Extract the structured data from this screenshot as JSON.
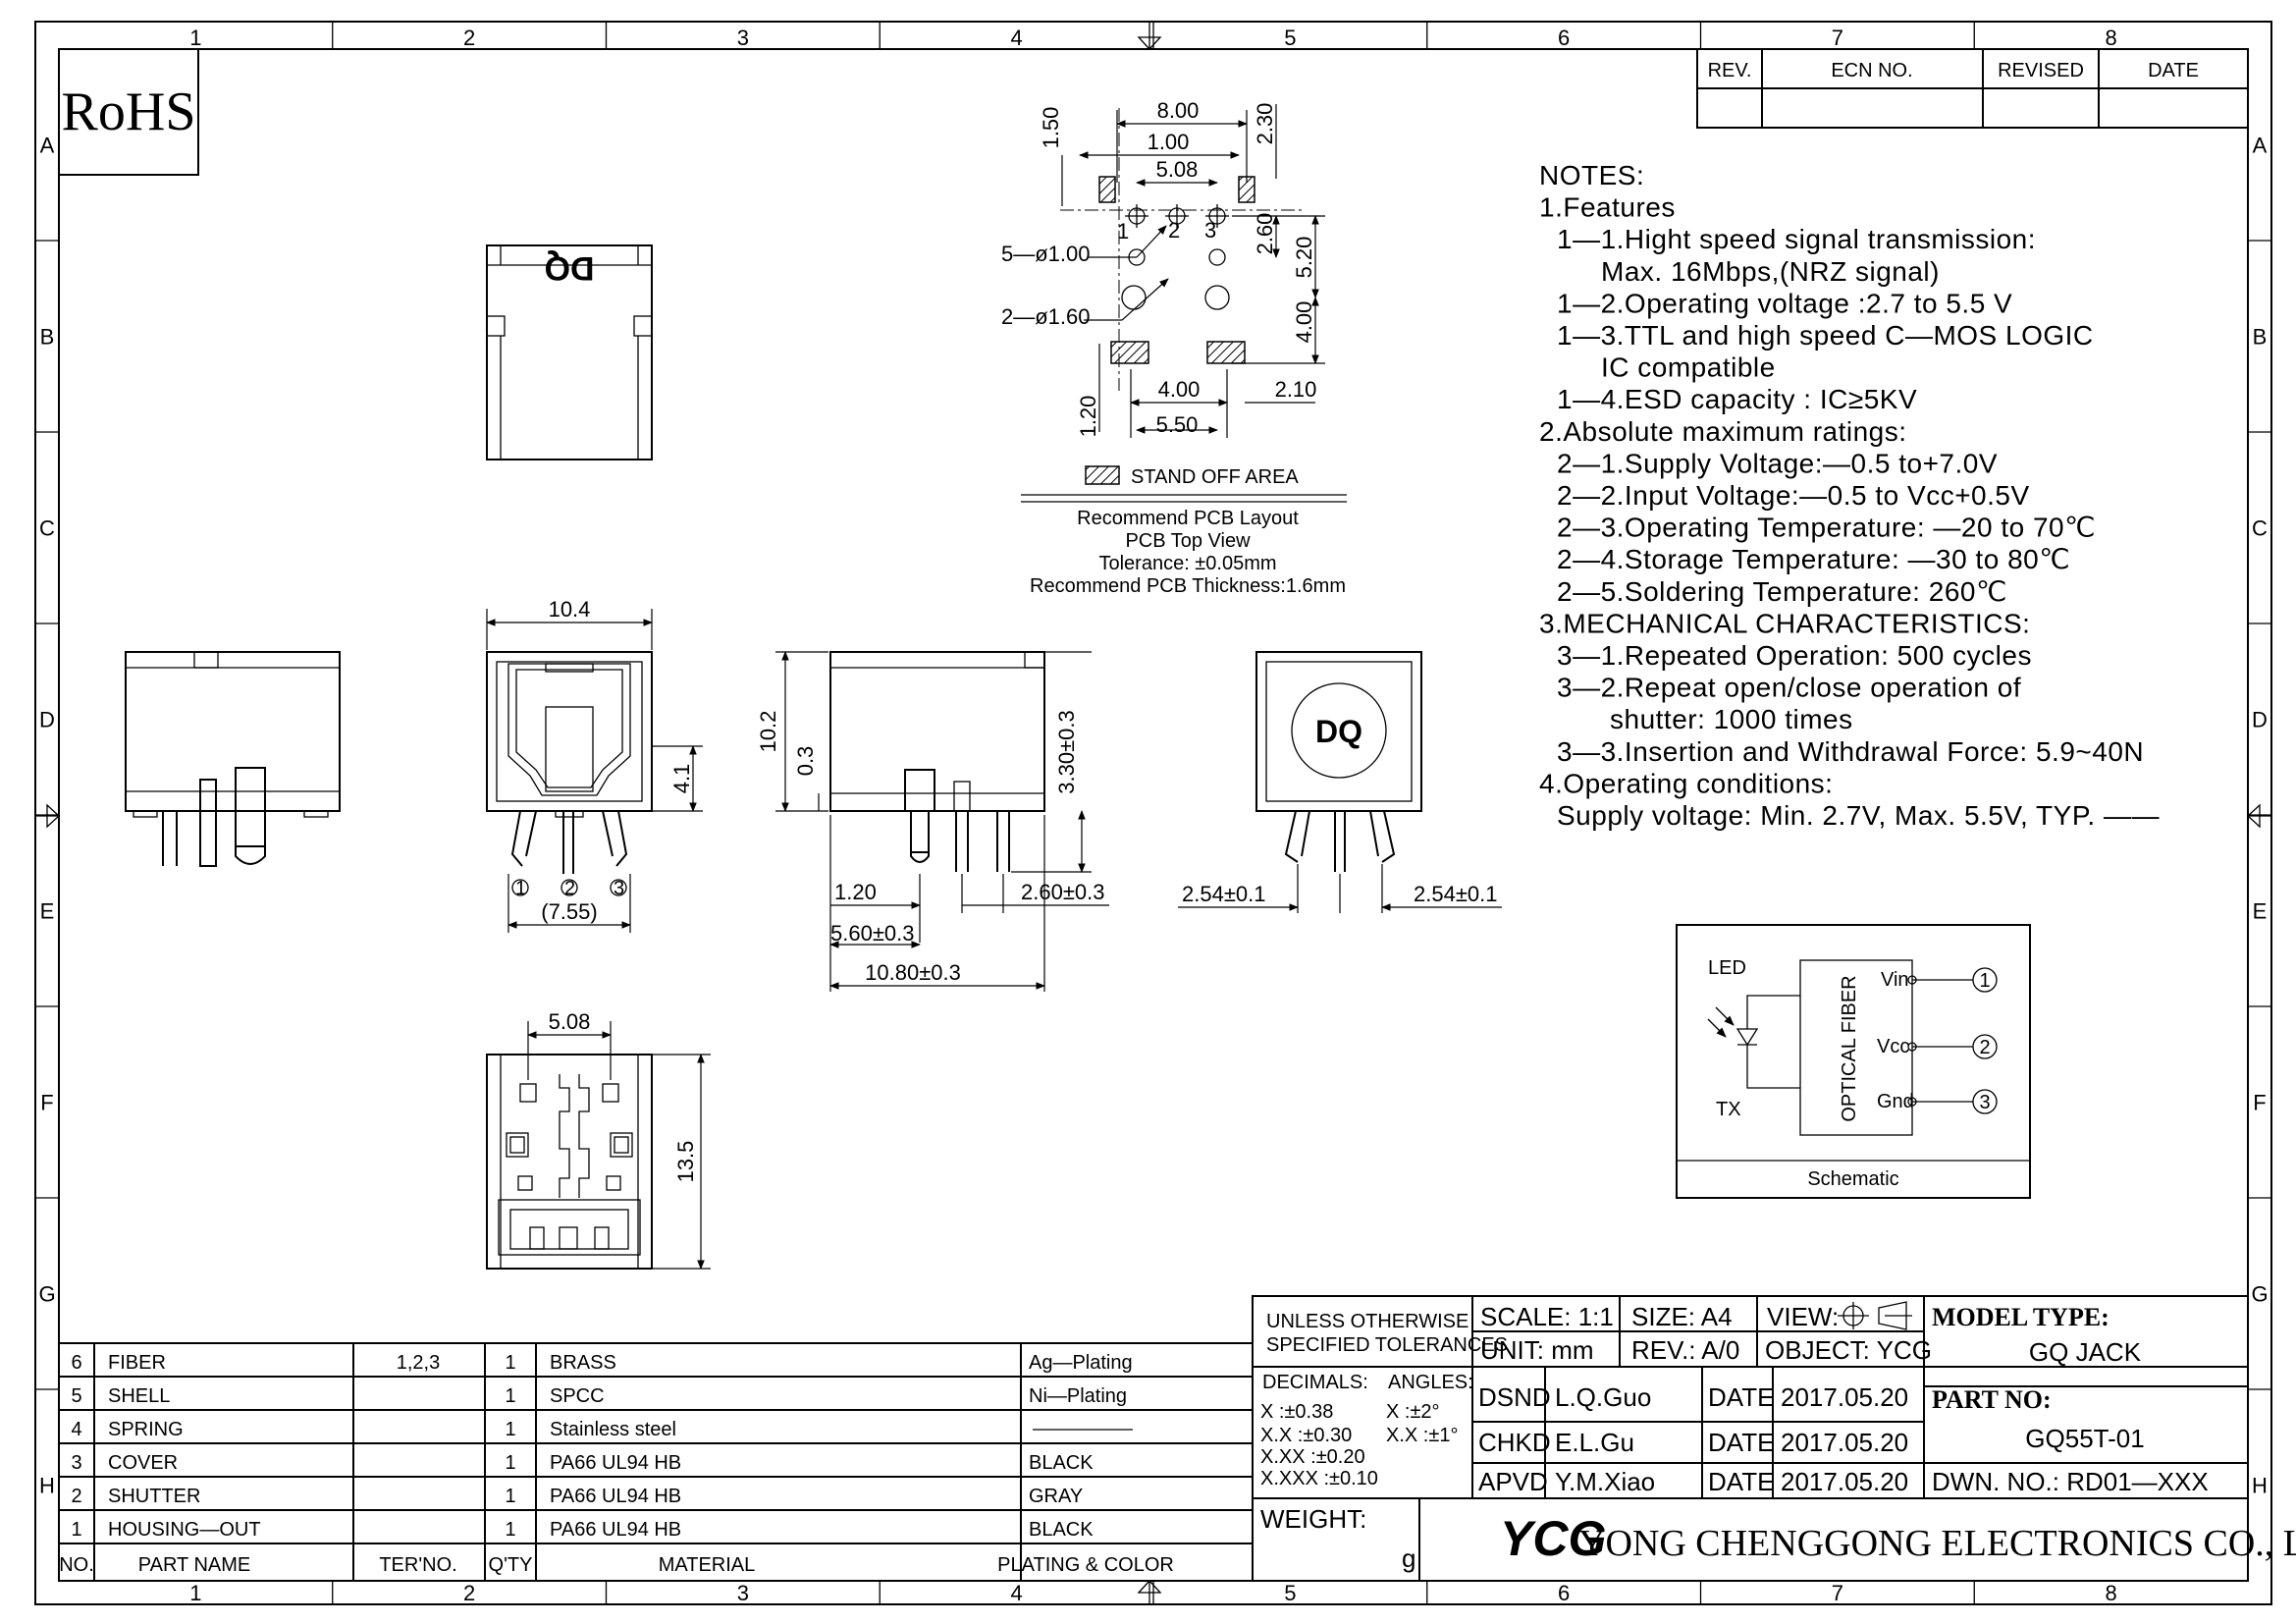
{
  "frame": {
    "columns": [
      "1",
      "2",
      "3",
      "4",
      "5",
      "6",
      "7",
      "8"
    ],
    "rows": [
      "A",
      "B",
      "C",
      "D",
      "E",
      "F",
      "G",
      "H"
    ]
  },
  "rohs": "RoHS",
  "revision_table": {
    "headers": [
      "REV.",
      "ECN NO.",
      "REVISED",
      "DATE"
    ]
  },
  "notes": [
    "NOTES:",
    "1.Features",
    "  1—1.Hight speed signal transmission:",
    "       Max. 16Mbps,(NRZ signal)",
    "  1—2.Operating voltage :2.7 to 5.5 V",
    "  1—3.TTL and high speed C—MOS LOGIC",
    "       IC compatible",
    "  1—4.ESD capacity : IC≥5KV",
    "2.Absolute maximum ratings:",
    "  2—1.Supply Voltage:—0.5 to+7.0V",
    "  2—2.Input Voltage:—0.5 to Vcc+0.5V",
    "  2—3.Operating Temperature: —20 to 70℃",
    "  2—4.Storage Temperature: —30 to 80℃",
    "  2—5.Soldering Temperature: 260℃",
    "3.MECHANICAL CHARACTERISTICS:",
    "  3—1.Repeated Operation: 500 cycles",
    "  3—2.Repeat open/close operation of",
    "        shutter: 1000 times",
    "  3—3.Insertion and Withdrawal Force: 5.9~40N",
    "4.Operating conditions:",
    "  Supply voltage: Min. 2.7V, Max. 5.5V, TYP. ——"
  ],
  "pcb_layout": {
    "dims": {
      "w800": "8.00",
      "w100": "1.00",
      "w508": "5.08",
      "h150": "1.50",
      "h230": "2.30",
      "h260": "2.60",
      "h520": "5.20",
      "h400": "4.00",
      "h120": "1.20",
      "w400": "4.00",
      "w210": "2.10",
      "w550": "5.50"
    },
    "pin_labels": [
      "1",
      "2",
      "3"
    ],
    "hole_small": "5—ø1.00",
    "hole_big": "2—ø1.60",
    "legend": "STAND OFF AREA",
    "caption": [
      "Recommend PCB Layout",
      "PCB Top View",
      "Tolerance: ±0.05mm",
      "Recommend PCB Thickness:1.6mm"
    ]
  },
  "views": {
    "top_logo": "DQ",
    "front_width": "10.4",
    "front_height": "4.1",
    "front_pitch": "(7.55)",
    "pins": [
      "1",
      "2",
      "3"
    ],
    "side_h1": "10.2",
    "side_h2": "0.3",
    "side_h3": "3.30±0.3",
    "side_d1": "1.20",
    "side_d2": "2.60±0.3",
    "side_d3": "5.60±0.3",
    "side_d4": "10.80±0.3",
    "back_logo": "DQ",
    "back_d1": "2.54±0.1",
    "back_d2": "2.54±0.1",
    "bottom_w": "5.08",
    "bottom_h": "13.5"
  },
  "schematic": {
    "led": "LED",
    "tx": "TX",
    "fiber": "OPTICAL FIBER",
    "pins": [
      "Vin",
      "Vcc",
      "Gnd"
    ],
    "numbers": [
      "1",
      "2",
      "3"
    ],
    "caption": "Schematic"
  },
  "bom": {
    "headers": [
      "NO.",
      "PART NAME",
      "TER'NO.",
      "Q'TY",
      "MATERIAL",
      "PLATING & COLOR"
    ],
    "rows": [
      [
        "6",
        "FIBER",
        "1,2,3",
        "1",
        "BRASS",
        "Ag—Plating"
      ],
      [
        "5",
        "SHELL",
        "",
        "1",
        "SPCC",
        "Ni—Plating"
      ],
      [
        "4",
        "SPRING",
        "",
        "1",
        "Stainless steel",
        ""
      ],
      [
        "3",
        "COVER",
        "",
        "1",
        "PA66 UL94 HB",
        "BLACK"
      ],
      [
        "2",
        "SHUTTER",
        "",
        "1",
        "PA66 UL94 HB",
        "GRAY"
      ],
      [
        "1",
        "HOUSING—OUT",
        "",
        "1",
        "PA66 UL94 HB",
        "BLACK"
      ]
    ]
  },
  "title_block": {
    "tol_head": [
      "UNLESS OTHERWISE",
      "SPECIFIED TOLERANCES"
    ],
    "decimals": "DECIMALS:",
    "angles": "ANGLES:",
    "tol_rows": [
      "X    :±0.38",
      "X.X  :±0.30",
      "X.XX :±0.20",
      "X.XXX :±0.10"
    ],
    "ang_rows": [
      "X  :±2°",
      "X.X :±1°"
    ],
    "weight": "WEIGHT:",
    "weight_unit": "g",
    "scale": "SCALE:  1:1",
    "size": "SIZE:  A4",
    "view": "VIEW:",
    "unit": "UNIT:  mm",
    "rev": "REV.:  A/0",
    "object": "OBJECT:  YCG",
    "dsnd": "DSND",
    "dsnd_name": "L.Q.Guo",
    "chkd": "CHKD",
    "chkd_name": "E.L.Gu",
    "apvd": "APVD",
    "apvd_name": "Y.M.Xiao",
    "date_label": "DATE",
    "date": "2017.05.20",
    "model_label": "MODEL TYPE:",
    "model": "GQ JACK",
    "part_label": "PART NO:",
    "part": "GQ55T-01",
    "dwn": "DWN. NO.:  RD01—XXX",
    "logo": "YCG",
    "company": "YONG CHENGGONG ELECTRONICS CO., LTD."
  }
}
